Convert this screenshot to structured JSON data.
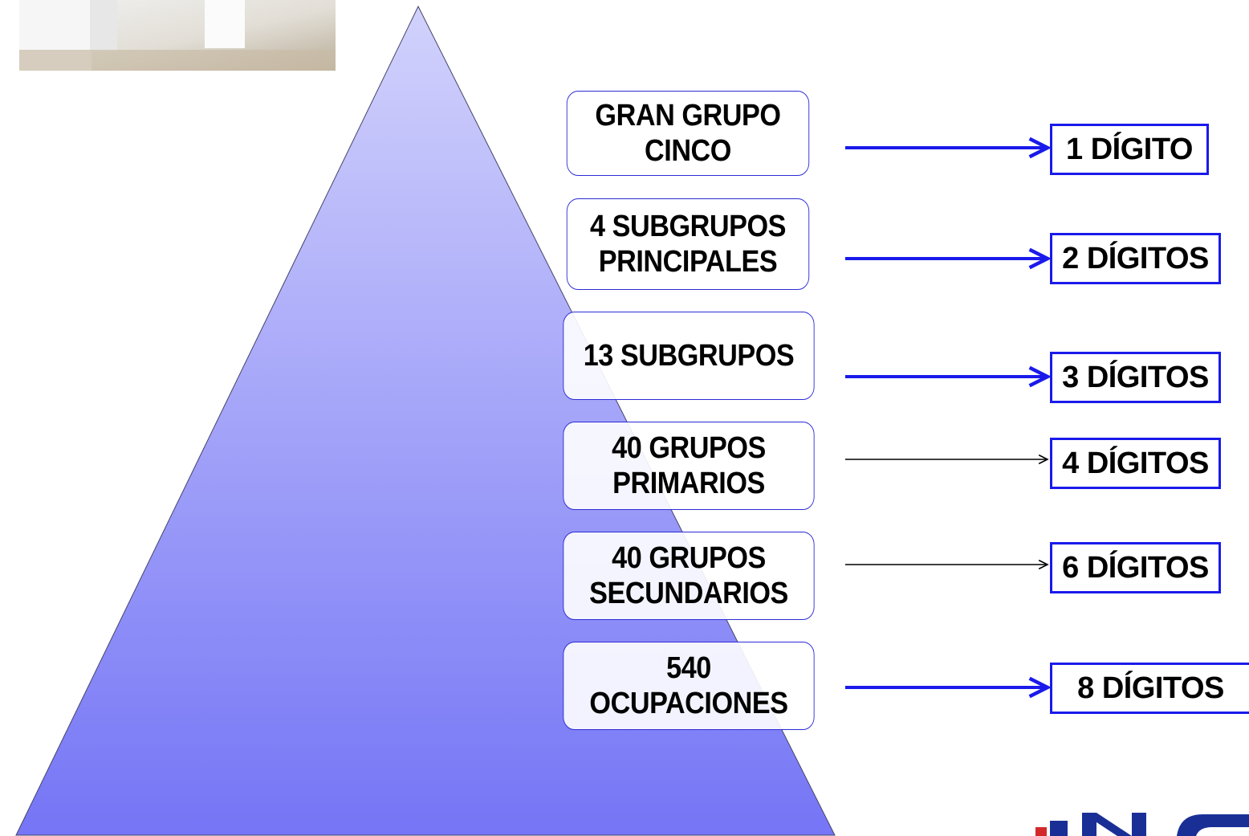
{
  "diagram": {
    "levels": [
      {
        "lines": [
          "GRAN GRUPO",
          "CINCO"
        ],
        "digits": "1 DÍGITO",
        "arrow_color": "#1a1aeb"
      },
      {
        "lines": [
          "4 SUBGRUPOS",
          "PRINCIPALES"
        ],
        "digits": "2 DÍGITOS",
        "arrow_color": "#1a1aeb"
      },
      {
        "lines": [
          "13 SUBGRUPOS"
        ],
        "digits": "3 DÍGITOS",
        "arrow_color": "#1a1aeb"
      },
      {
        "lines": [
          "40 GRUPOS",
          "PRIMARIOS"
        ],
        "digits": "4 DÍGITOS",
        "arrow_color": "#000000"
      },
      {
        "lines": [
          "40 GRUPOS",
          "SECUNDARIOS"
        ],
        "digits": "6 DÍGITOS",
        "arrow_color": "#000000"
      },
      {
        "lines": [
          "540",
          "OCUPACIONES"
        ],
        "digits": "8 DÍGITOS",
        "arrow_color": "#1a1aeb"
      }
    ]
  },
  "colors": {
    "pyramid_top": "#d2d2fc",
    "pyramid_bottom": "#7575f6",
    "box_border": "#2b2bd6",
    "digit_border": "#1a1aeb"
  }
}
